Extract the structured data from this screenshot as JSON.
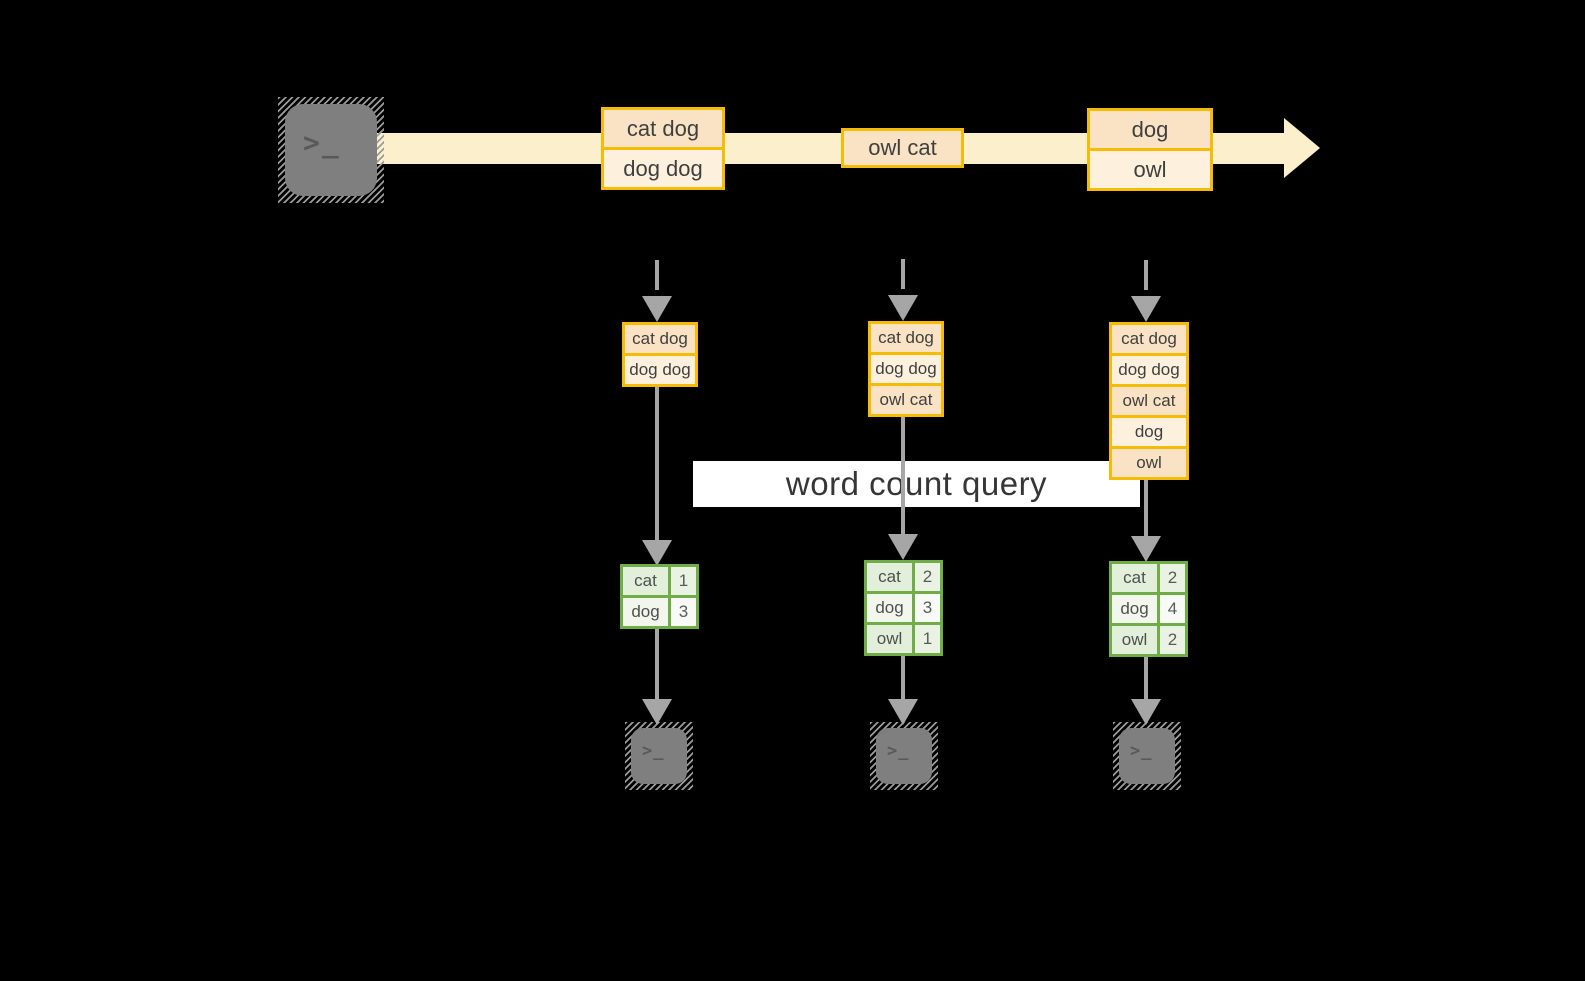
{
  "diagram": {
    "banner": {
      "label": "word count query"
    },
    "terminal_glyph": ">_",
    "stream_batches": [
      {
        "cells": [
          "cat dog",
          "dog dog"
        ]
      },
      {
        "cells": [
          "owl cat"
        ]
      },
      {
        "cells": [
          "dog",
          "owl"
        ]
      }
    ],
    "columns": [
      {
        "stack": [
          "cat dog",
          "dog dog"
        ],
        "counts": [
          {
            "word": "cat",
            "count": 1
          },
          {
            "word": "dog",
            "count": 3
          }
        ]
      },
      {
        "stack": [
          "cat dog",
          "dog dog",
          "owl cat"
        ],
        "counts": [
          {
            "word": "cat",
            "count": 2
          },
          {
            "word": "dog",
            "count": 3
          },
          {
            "word": "owl",
            "count": 1
          }
        ]
      },
      {
        "stack": [
          "cat dog",
          "dog dog",
          "owl cat",
          "dog",
          "owl"
        ],
        "counts": [
          {
            "word": "cat",
            "count": 2
          },
          {
            "word": "dog",
            "count": 4
          },
          {
            "word": "owl",
            "count": 2
          }
        ]
      }
    ]
  },
  "colors": {
    "background": "#000000",
    "stream-band": "#FBF0CB",
    "box-border": "#F5BB05",
    "cell-peach": "#FAE2C4",
    "cell-cream": "#FDF1DE",
    "table-border": "#70AD47",
    "row-green": "#E2EFDA",
    "row-green-light": "#F1F7ED",
    "val-green": "#EAF3E3",
    "val-green-light": "#F8FBF5",
    "arrow": "#A6A6A6",
    "terminal": "#7F7F7F",
    "terminal-glyph": "#595959",
    "banner-bg": "#FFFFFF",
    "banner-text": "#363636",
    "cell-text": "#3F3F3F"
  }
}
